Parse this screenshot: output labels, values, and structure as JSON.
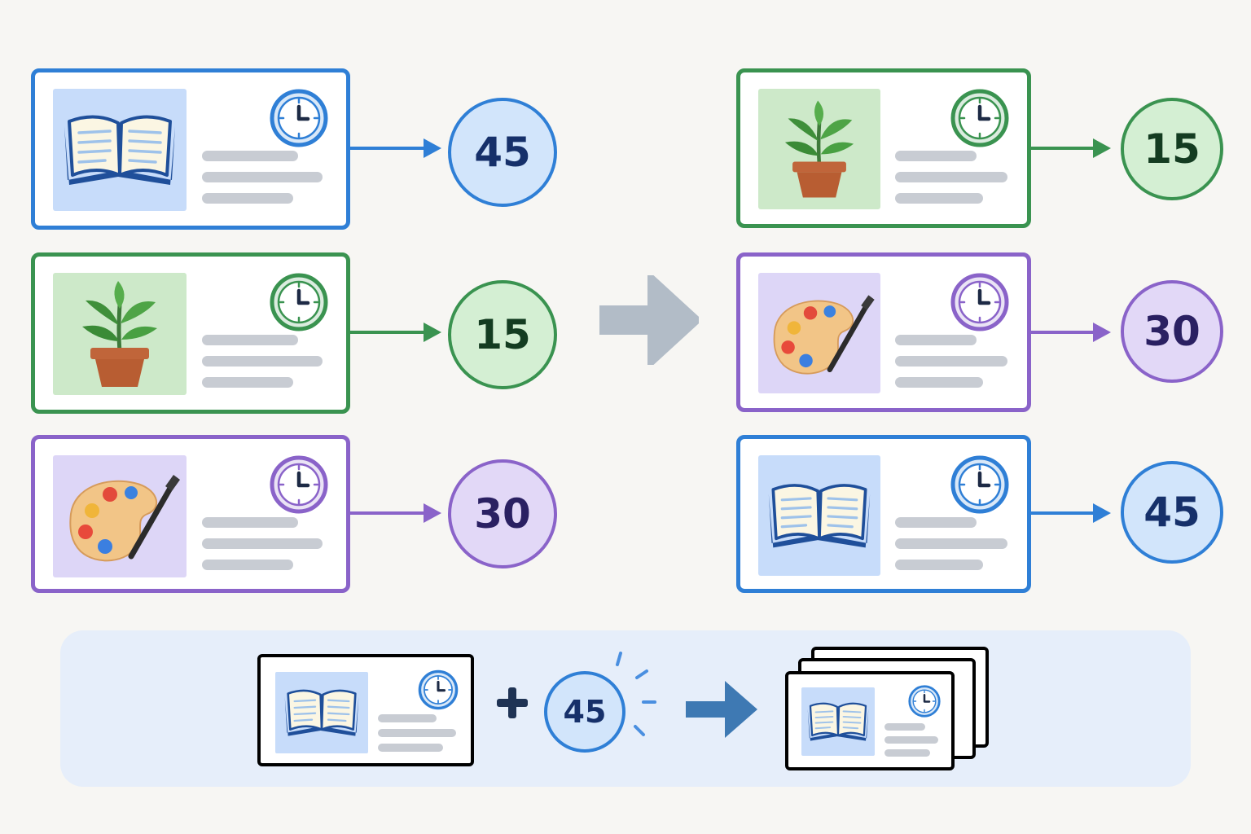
{
  "before": {
    "cards": [
      {
        "id": "reading",
        "icon": "open-book-icon",
        "color": "#2f7fd6",
        "minutes": "45"
      },
      {
        "id": "plant",
        "icon": "potted-plant-icon",
        "color": "#3a9350",
        "minutes": "15"
      },
      {
        "id": "painting",
        "icon": "paint-palette-icon",
        "color": "#8a63c9",
        "minutes": "30"
      }
    ]
  },
  "after": {
    "cards": [
      {
        "id": "plant",
        "icon": "potted-plant-icon",
        "color": "#3a9350",
        "minutes": "15"
      },
      {
        "id": "painting",
        "icon": "paint-palette-icon",
        "color": "#8a63c9",
        "minutes": "30"
      },
      {
        "id": "reading",
        "icon": "open-book-icon",
        "color": "#2f7fd6",
        "minutes": "45"
      }
    ]
  },
  "transition_icon": "right-arrow-icon",
  "combine": {
    "card_icon": "open-book-icon",
    "operator_icon": "plus-icon",
    "minutes": "45",
    "result_icon": "stacked-cards-icon"
  },
  "colors": {
    "blue": "#2f7fd6",
    "green": "#3a9350",
    "purple": "#8a63c9",
    "background": "#f7f6f3",
    "panel": "#e6eefa"
  }
}
